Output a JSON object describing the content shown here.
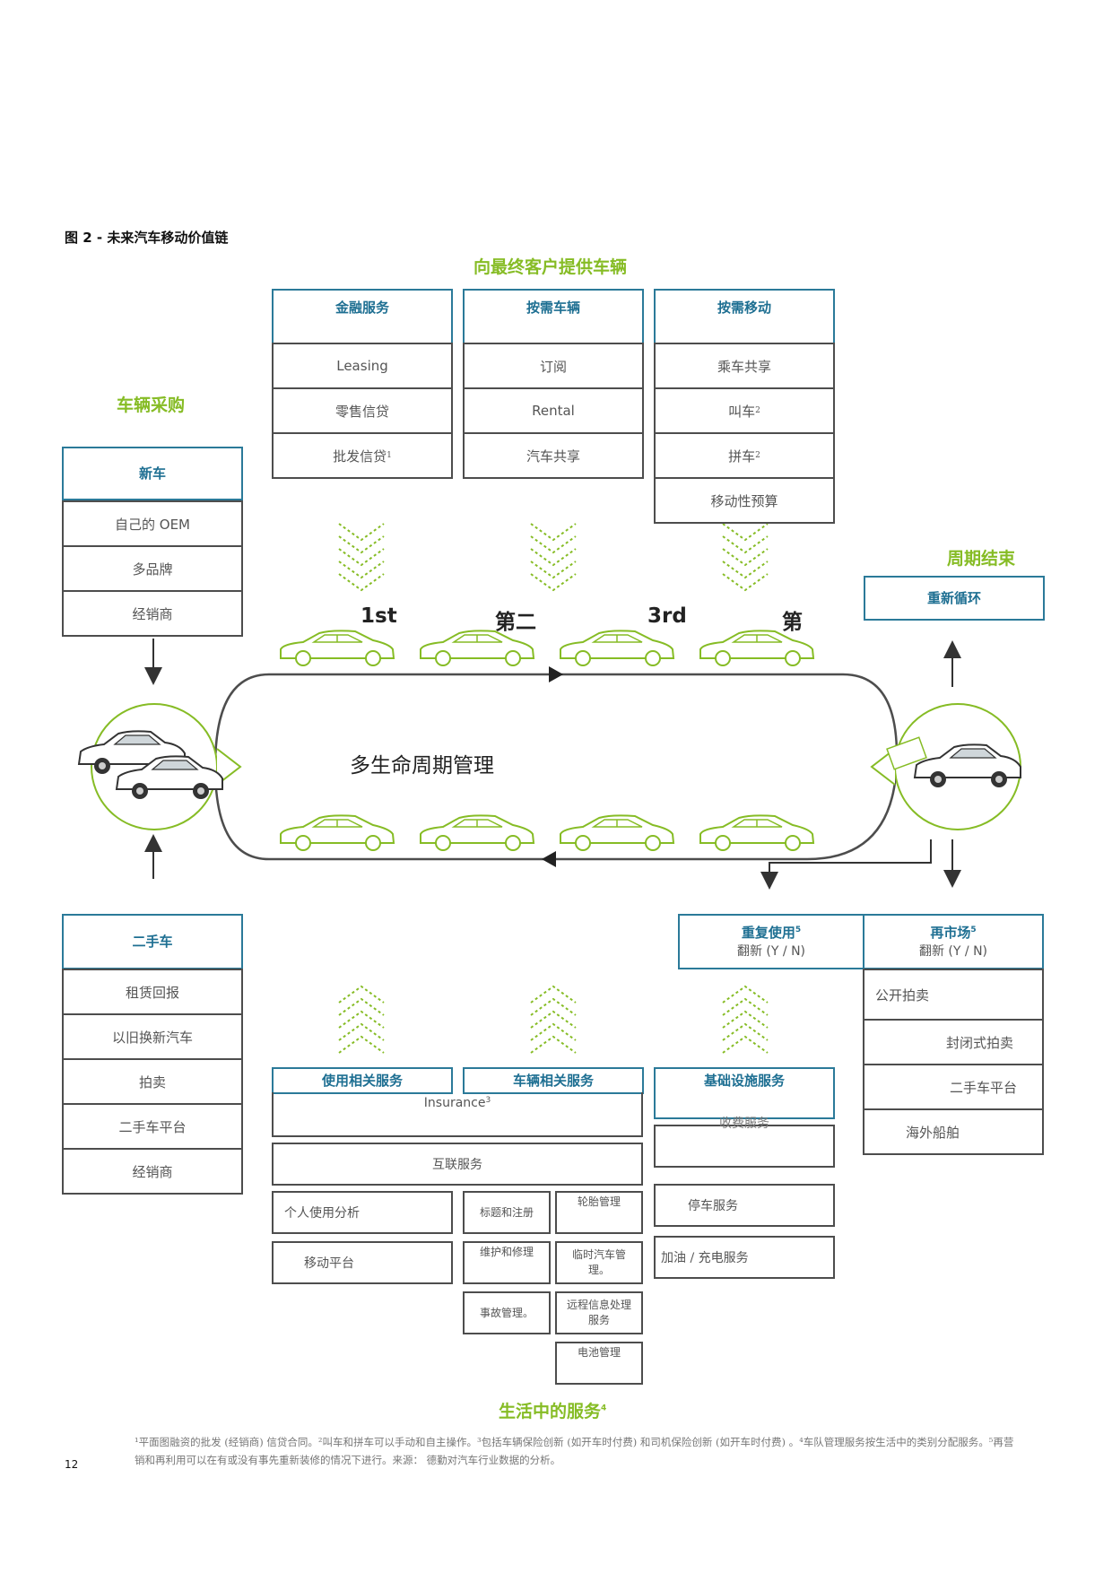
{
  "figure_title": "图 2 - 未来汽车移动价值链",
  "section_labels": {
    "top": "向最终客户提供车辆",
    "acquisition": "车辆采购",
    "cycle_end": "周期结束",
    "bottom": "生活中的服务",
    "bottom_sup": "4"
  },
  "center_label": "多生命周期管理",
  "ordinals": [
    "1st",
    "第二",
    "3rd",
    "第"
  ],
  "top_columns": [
    {
      "header": "金融服务",
      "items": [
        "Leasing",
        "零售信贷",
        "批发信贷"
      ],
      "sups": [
        "",
        "",
        "1"
      ]
    },
    {
      "header": "按需车辆",
      "items": [
        "订阅",
        "Rental",
        "汽车共享"
      ],
      "sups": [
        "",
        "",
        ""
      ]
    },
    {
      "header": "按需移动",
      "items": [
        "乘车共享",
        "叫车",
        "拼车",
        "移动性预算"
      ],
      "sups": [
        "",
        "2",
        "2",
        ""
      ]
    }
  ],
  "new_car": {
    "header": "新车",
    "items": [
      "自己的 OEM",
      "多品牌",
      "经销商"
    ]
  },
  "recycle": {
    "header": "重新循环"
  },
  "used_car": {
    "header": "二手车",
    "items": [
      "租赁回报",
      "以旧换新汽车",
      "拍卖",
      "二手车平台",
      "经销商"
    ]
  },
  "reuse": {
    "header": "重复使用",
    "sup": "5",
    "sub": "翻新 (Y / N)"
  },
  "remarket": {
    "header": "再市场",
    "sup": "5",
    "sub": "翻新 (Y / N)",
    "items": [
      "公开拍卖",
      "封闭式拍卖",
      "二手车平台",
      "海外船舶"
    ]
  },
  "services": {
    "usage_header": "使用相关服务",
    "vehicle_header": "车辆相关服务",
    "infra_header": "基础设施服务",
    "insurance": "Insurance",
    "insurance_sup": "3",
    "connected": "互联服务",
    "usage_items": [
      "个人使用分析",
      "移动平台"
    ],
    "vehicle_items": [
      "标题和注册",
      "轮胎管理",
      "维护和修理",
      "临时汽车管理。",
      "事故管理。",
      "远程信息处理服务",
      "电池管理"
    ],
    "infra_items": [
      "收费服务",
      "停车服务",
      "加油 / 充电服务"
    ]
  },
  "footnote": "¹平面图融资的批发 (经销商) 信贷合同。²叫车和拼车可以手动和自主操作。³包括车辆保险创新 (如开车时付费) 和司机保险创新 (如开车时付费) 。⁴车队管理服务按生活中的类别分配服务。⁵再营销和再利用可以在有或没有事先重新装修的情况下进行。来源： 德勤对汽车行业数据的分析。",
  "page_number": "12",
  "colors": {
    "accent_green": "#86bc25",
    "header_blue": "#1e6f92",
    "border_gray": "#4d4d4d"
  }
}
